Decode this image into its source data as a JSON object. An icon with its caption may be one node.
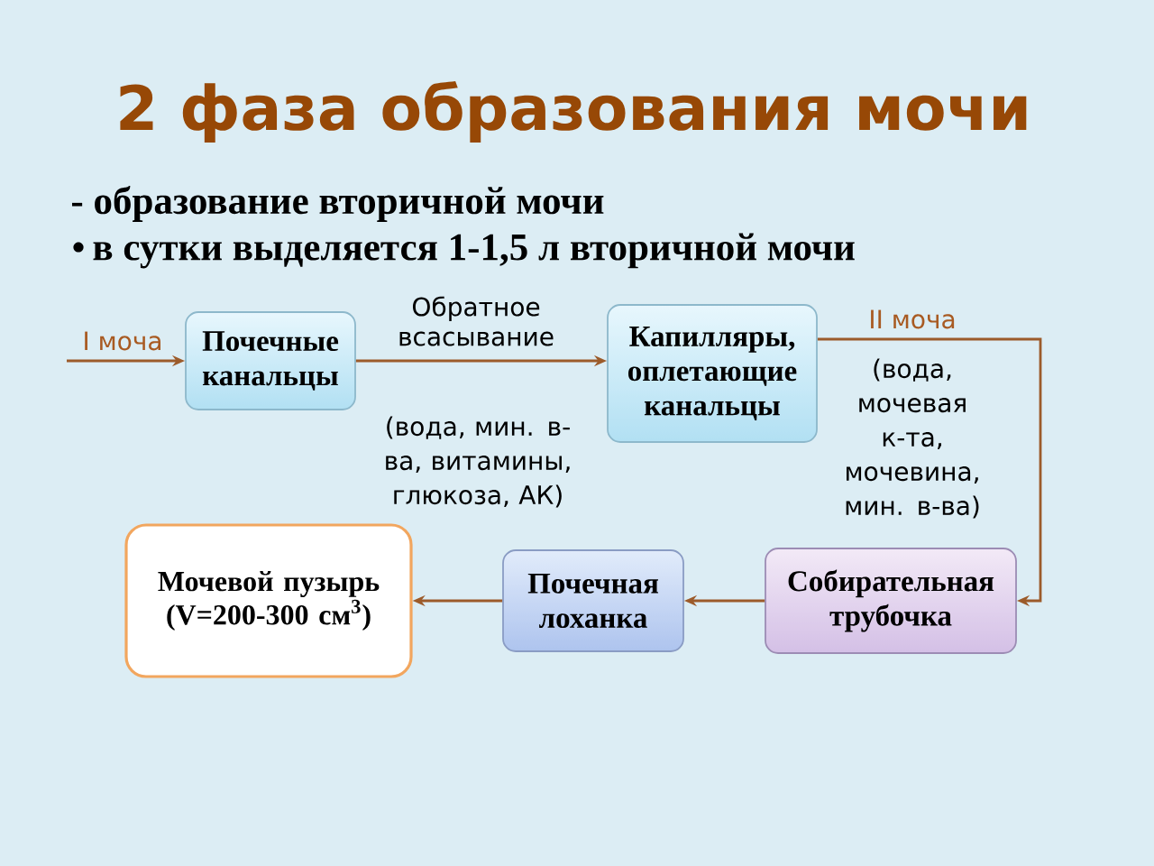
{
  "diagram": {
    "title": "2 фаза образования мочи",
    "nodes": [
      {
        "text": [
          "Почечные канальцы"
        ]
      },
      {
        "text": [
          "Капилляры, оплетающие канальцы"
        ]
      },
      {
        "text": [
          "Собирательная трубочка"
        ]
      },
      {
        "text": [
          "Почечная лоханка"
        ]
      },
      {
        "text": [
          "Мочевой пузырь (V=200-300 см$^{3}$)"
        ]
      }
    ],
    "edges": [
      {
        "from": null,
        "to": 0,
        "arrow": "to",
        "label": "I моча"
      },
      {
        "from": 0,
        "to": 1,
        "arrow": "to",
        "label": "Обратное всасывание"
      },
      {
        "from": 1,
        "to": 2,
        "arrow": "to",
        "label": "II моча"
      },
      {
        "from": 2,
        "to": 3,
        "arrow": "to"
      },
      {
        "from": 3,
        "to": 4,
        "arrow": "to"
      }
    ],
    "labels": [
      "- образование вторичной мочи",
      "в сутки выделяется 1-1,5 л вторичной мочи",
      "(вода, мин. в-ва, витамины, глюкоза, АК)",
      "(вода, мочевая к-та, мочевина, мин. в-ва)"
    ]
  }
}
